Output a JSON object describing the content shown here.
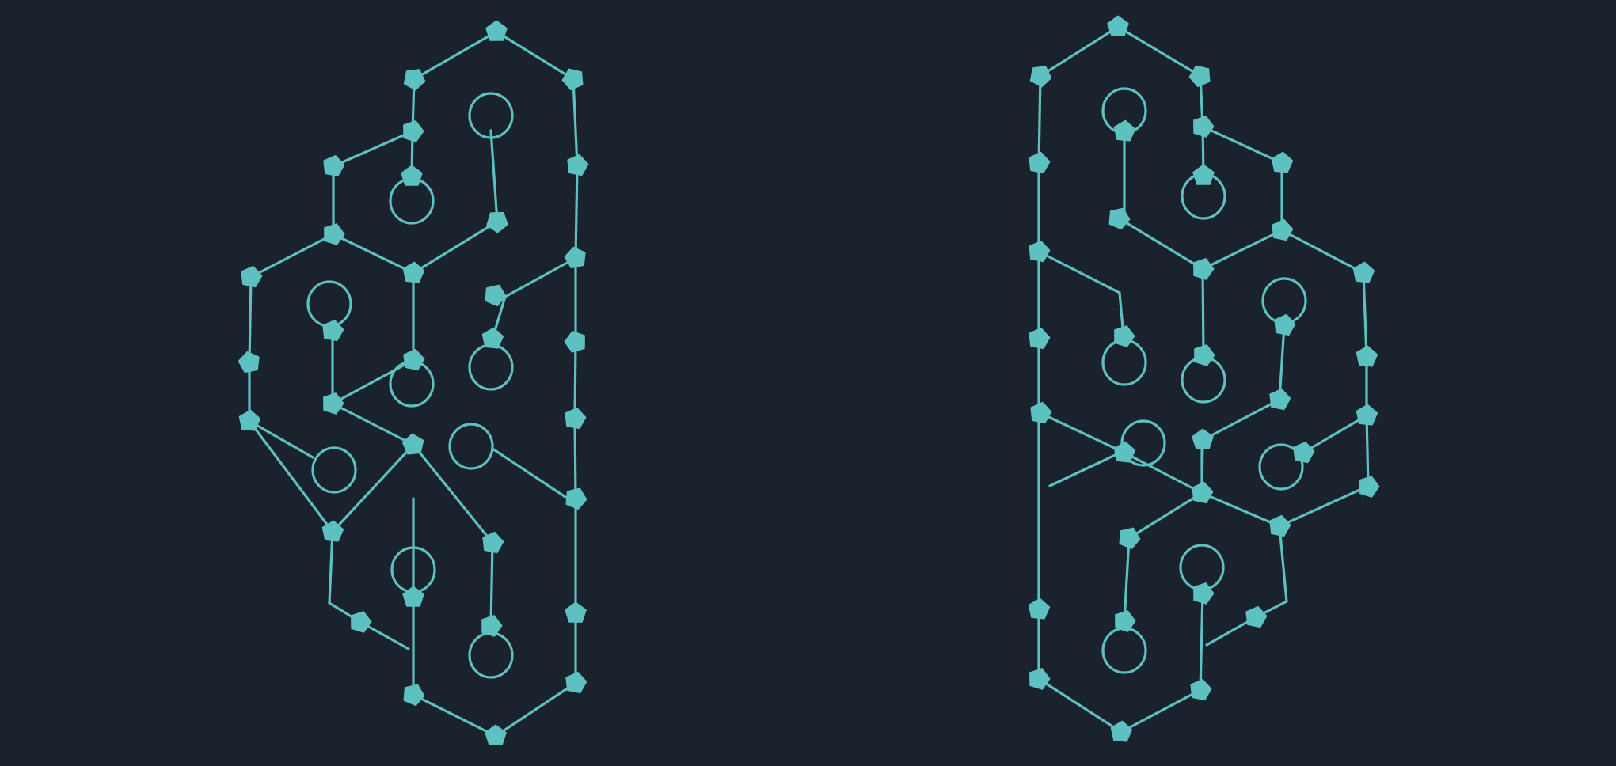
{
  "canvas": {
    "background": "#1a232d",
    "accent": "#5ec1c1"
  },
  "figures": [
    {
      "name": "left-circuit-graph",
      "shape": "pentagon-node",
      "ring": "loop-circle"
    },
    {
      "name": "right-circuit-graph",
      "shape": "pentagon-node",
      "ring": "loop-circle"
    }
  ]
}
